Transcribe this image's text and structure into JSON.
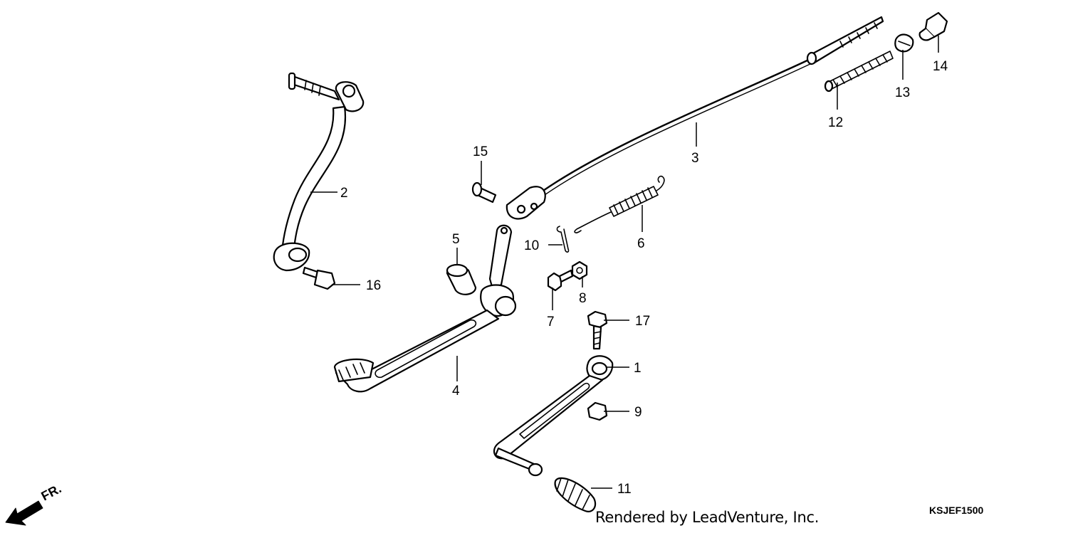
{
  "callouts": [
    {
      "id": "1",
      "label": "1"
    },
    {
      "id": "2",
      "label": "2"
    },
    {
      "id": "3",
      "label": "3"
    },
    {
      "id": "4",
      "label": "4"
    },
    {
      "id": "5",
      "label": "5"
    },
    {
      "id": "6",
      "label": "6"
    },
    {
      "id": "7",
      "label": "7"
    },
    {
      "id": "8",
      "label": "8"
    },
    {
      "id": "9",
      "label": "9"
    },
    {
      "id": "10",
      "label": "10"
    },
    {
      "id": "11",
      "label": "11"
    },
    {
      "id": "12",
      "label": "12"
    },
    {
      "id": "13",
      "label": "13"
    },
    {
      "id": "14",
      "label": "14"
    },
    {
      "id": "15",
      "label": "15"
    },
    {
      "id": "16",
      "label": "16"
    },
    {
      "id": "17",
      "label": "17"
    }
  ],
  "front_indicator": "FR.",
  "credit": "Rendered by LeadVenture, Inc.",
  "diagram_code": "KSJEF1500"
}
